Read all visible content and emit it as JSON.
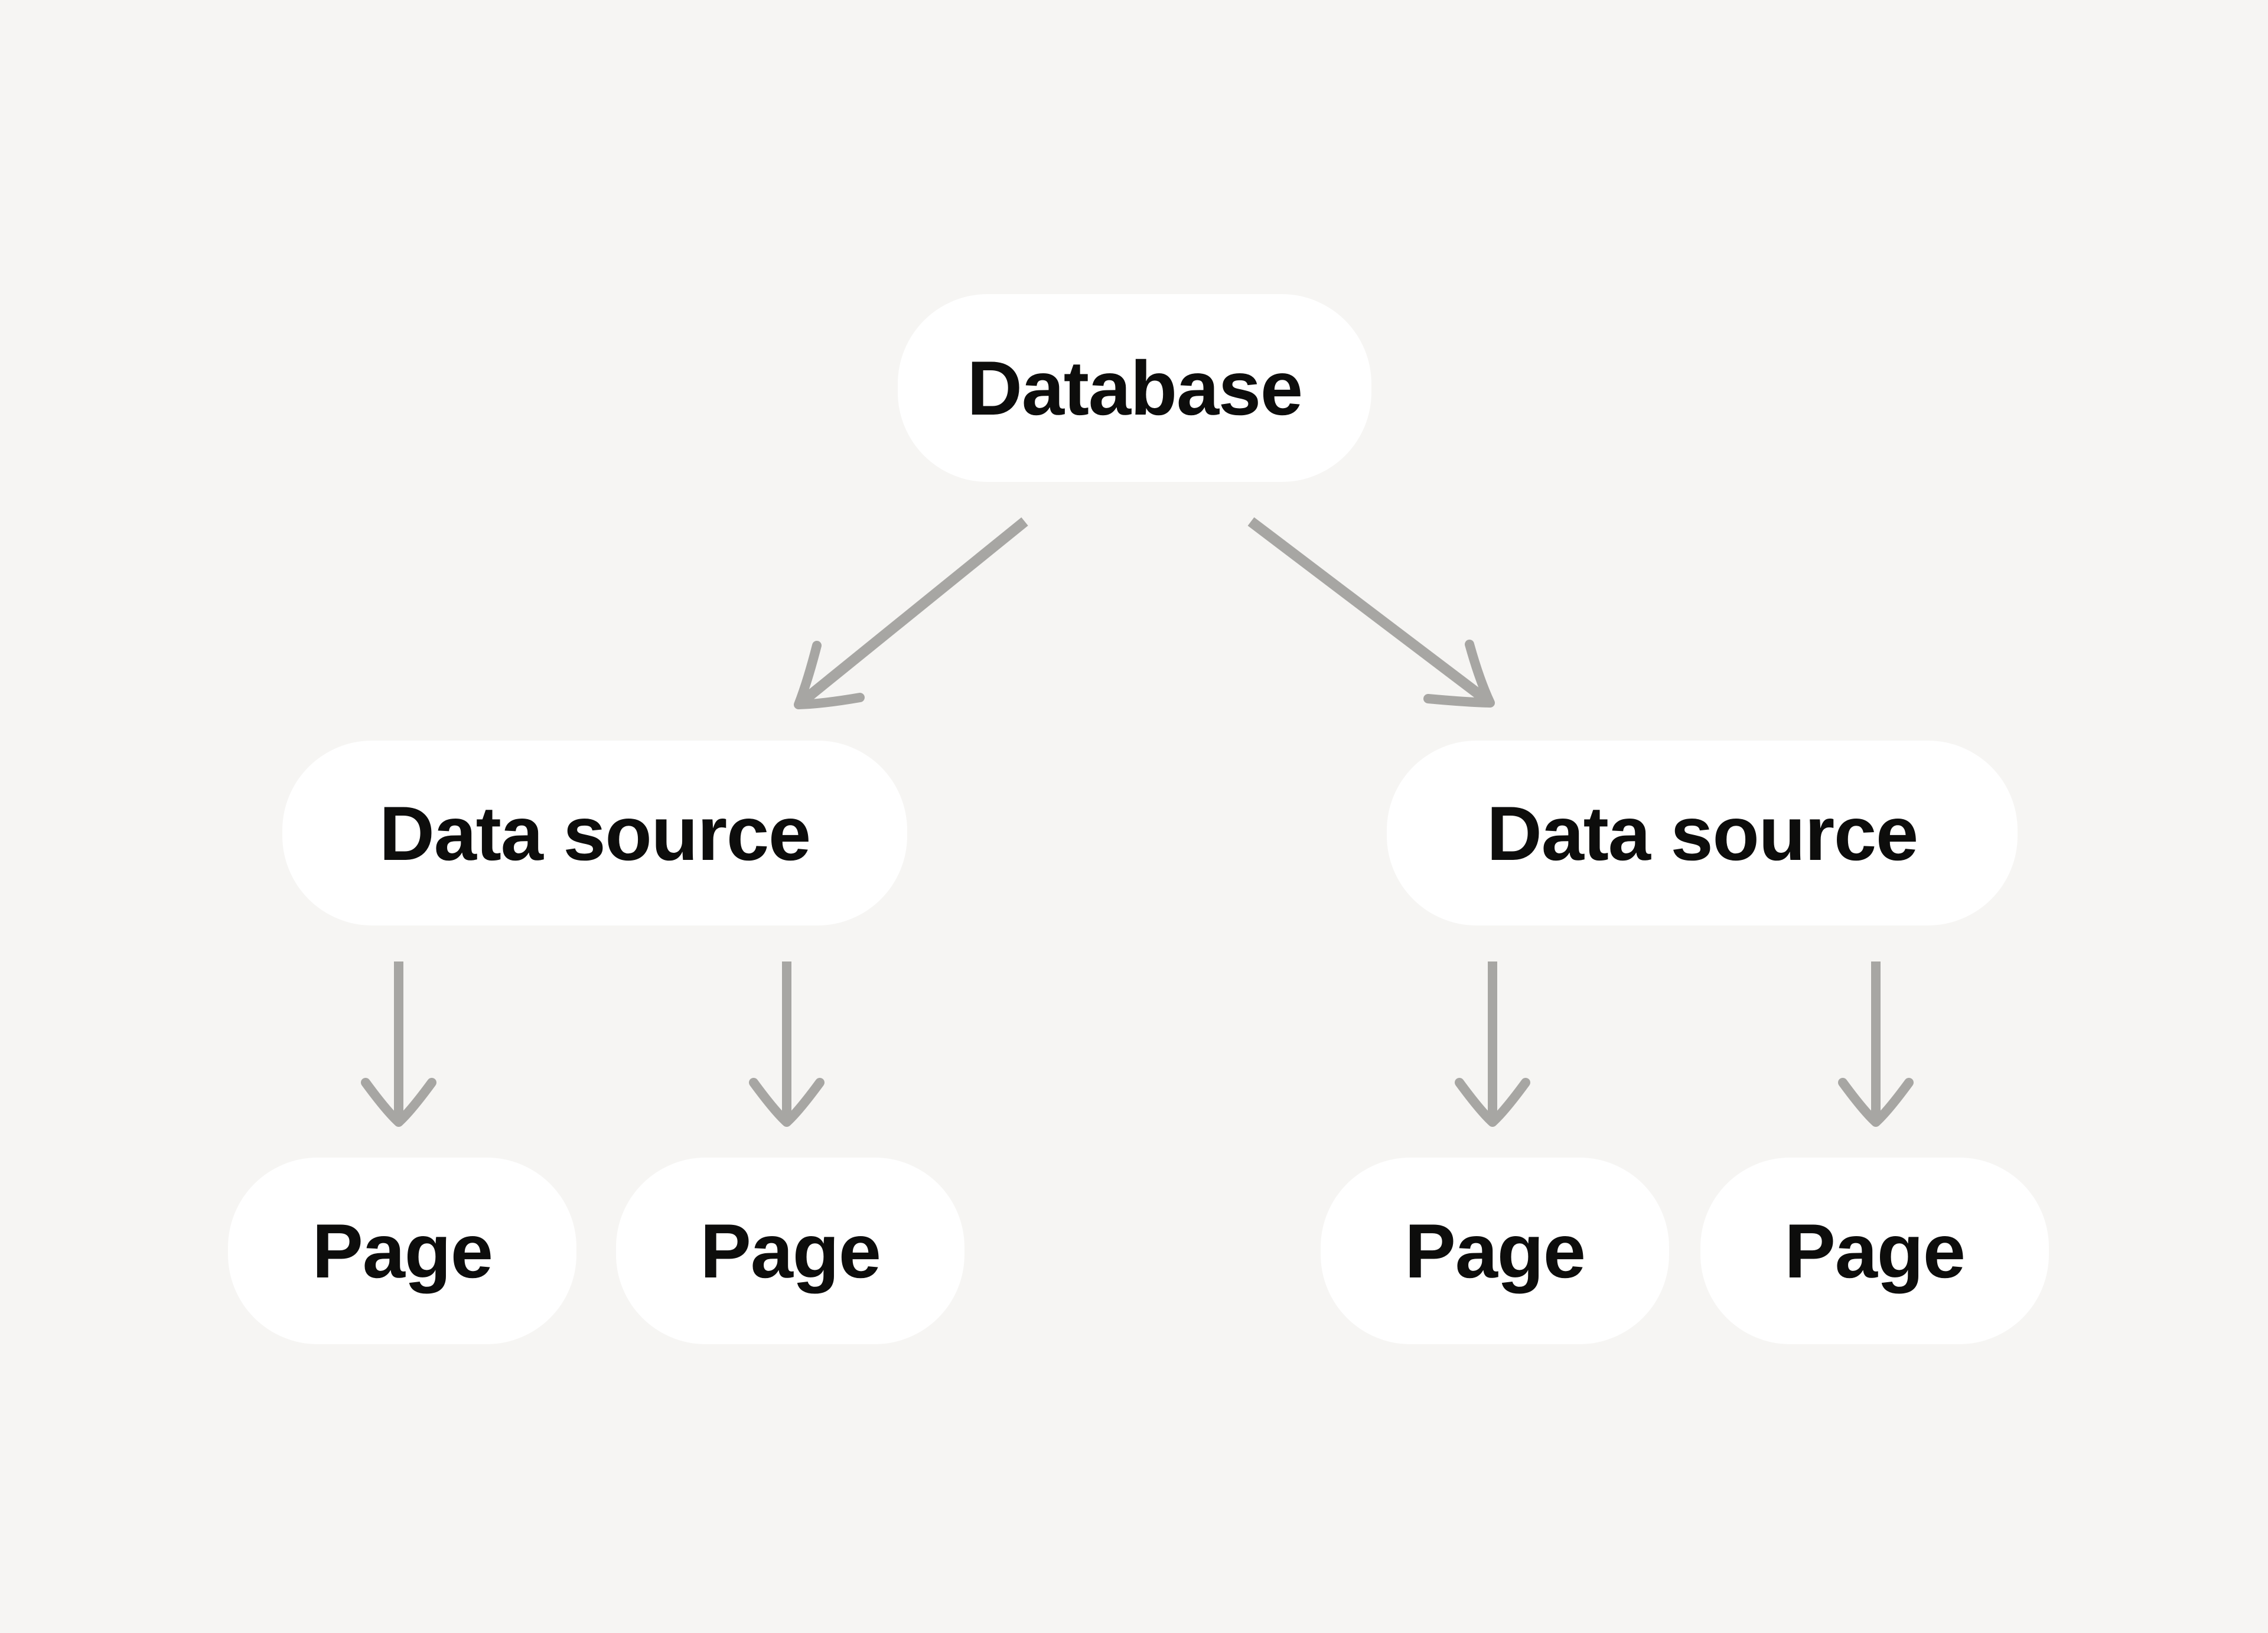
{
  "theme": {
    "bg": "#f6f5f3",
    "node-fill": "#ffffff",
    "text-color": "#0d0d0c",
    "arrow-color": "#a7a6a3"
  },
  "diagram": {
    "type": "tree",
    "title": "",
    "nodes": {
      "database": {
        "label": "Database",
        "level": 0
      },
      "datasource_left": {
        "label": "Data source",
        "level": 1
      },
      "datasource_right": {
        "label": "Data source",
        "level": 1
      },
      "page_1": {
        "label": "Page",
        "level": 2
      },
      "page_2": {
        "label": "Page",
        "level": 2
      },
      "page_3": {
        "label": "Page",
        "level": 2
      },
      "page_4": {
        "label": "Page",
        "level": 2
      }
    },
    "edges": [
      {
        "from": "database",
        "to": "datasource_left"
      },
      {
        "from": "database",
        "to": "datasource_right"
      },
      {
        "from": "datasource_left",
        "to": "page_1"
      },
      {
        "from": "datasource_left",
        "to": "page_2"
      },
      {
        "from": "datasource_right",
        "to": "page_3"
      },
      {
        "from": "datasource_right",
        "to": "page_4"
      }
    ]
  }
}
